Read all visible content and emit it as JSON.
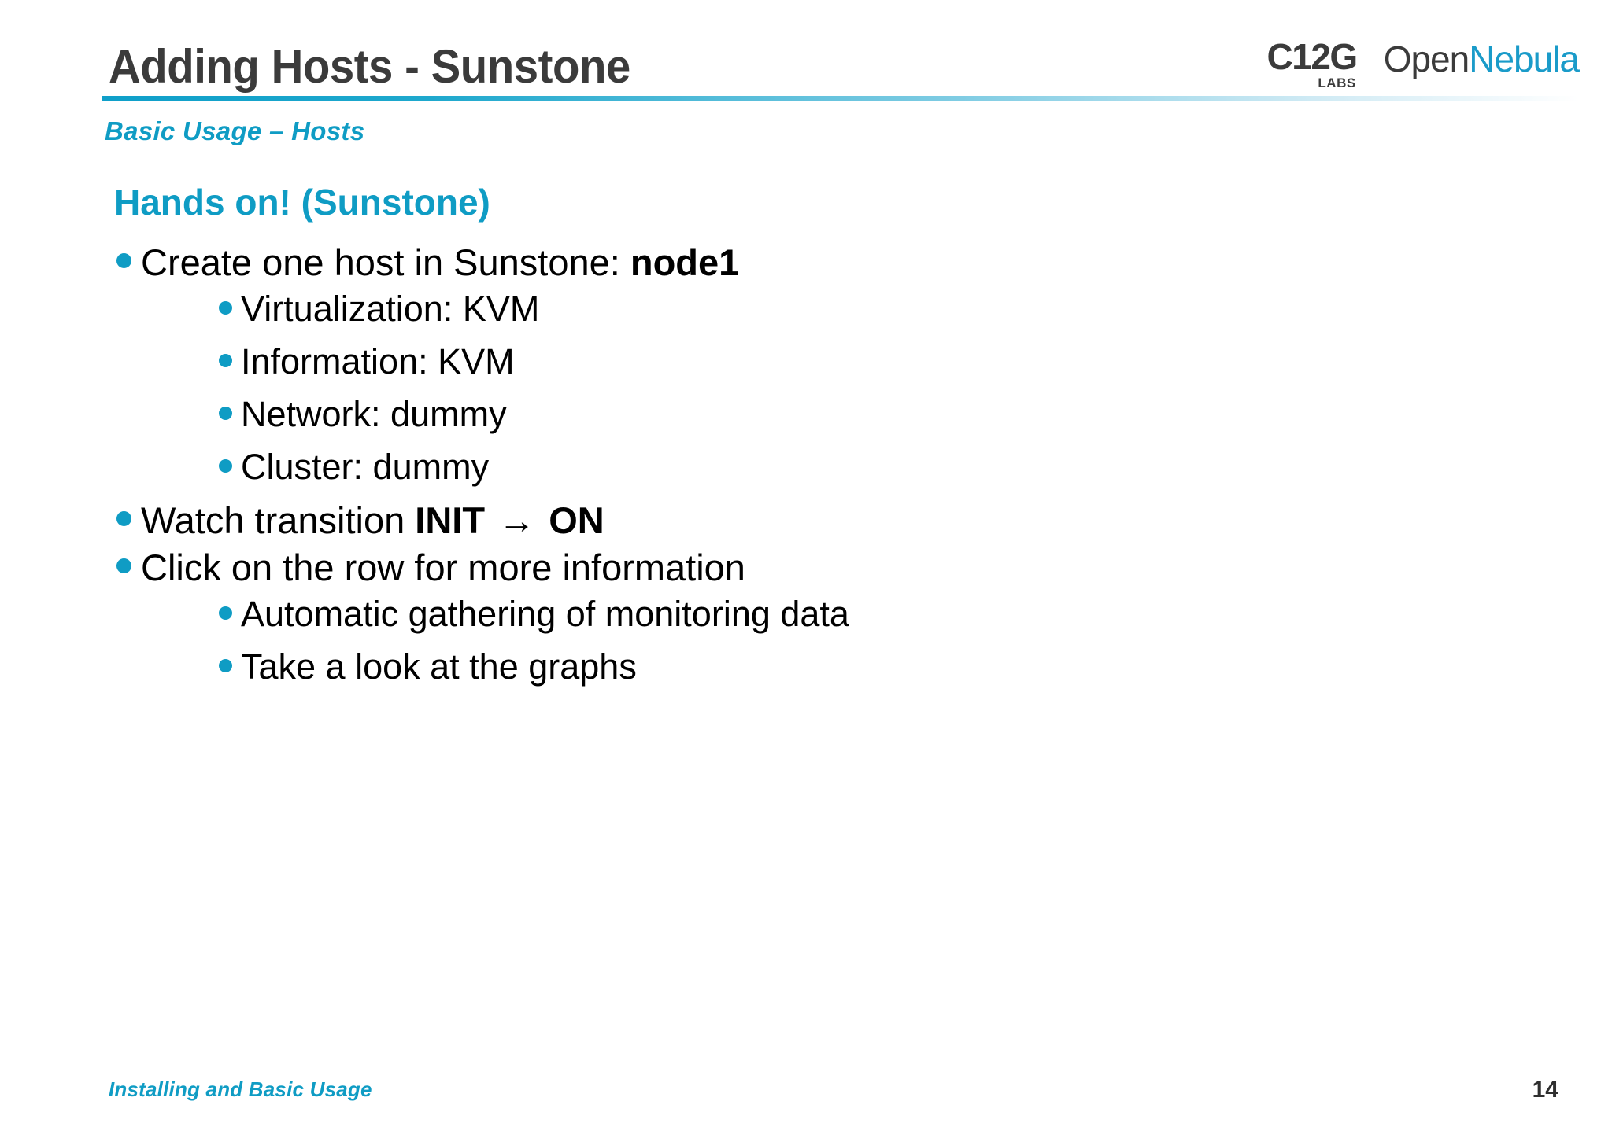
{
  "header": {
    "title": "Adding Hosts - Sunstone",
    "subtitle": "Basic Usage – Hosts",
    "logos": {
      "c12g_word": "C12G",
      "c12g_labs": "LABS",
      "opennebula_open": "Open",
      "opennebula_nebula": "Nebula"
    }
  },
  "body": {
    "section_heading": "Hands on! (Sunstone)",
    "bullets": [
      {
        "level": 1,
        "parts": [
          {
            "text": "Create one host in Sunstone: ",
            "bold": false
          },
          {
            "text": "node1",
            "bold": true
          }
        ]
      },
      {
        "level": 2,
        "parts": [
          {
            "text": "Virtualization: KVM",
            "bold": false
          }
        ]
      },
      {
        "level": 2,
        "parts": [
          {
            "text": "Information: KVM",
            "bold": false
          }
        ]
      },
      {
        "level": 2,
        "parts": [
          {
            "text": "Network: dummy",
            "bold": false
          }
        ]
      },
      {
        "level": 2,
        "parts": [
          {
            "text": "Cluster: dummy",
            "bold": false
          }
        ]
      },
      {
        "level": 1,
        "parts": [
          {
            "text": "Watch transition ",
            "bold": false
          },
          {
            "text": "INIT",
            "bold": true
          },
          {
            "text": " → ",
            "bold": true
          },
          {
            "text": "ON",
            "bold": true
          }
        ]
      },
      {
        "level": 1,
        "parts": [
          {
            "text": "Click on the row for more information",
            "bold": false
          }
        ]
      },
      {
        "level": 2,
        "parts": [
          {
            "text": "Automatic gathering of monitoring data",
            "bold": false
          }
        ]
      },
      {
        "level": 2,
        "parts": [
          {
            "text": "Take a look at the graphs",
            "bold": false
          }
        ]
      }
    ]
  },
  "footer": {
    "text": "Installing and Basic Usage",
    "page_number": "14"
  },
  "colors": {
    "accent_teal": "#0f9cc4",
    "logo_blue": "#1a9bc9",
    "title_gray": "#3b3b3b",
    "body_black": "#000000",
    "background": "#ffffff"
  }
}
